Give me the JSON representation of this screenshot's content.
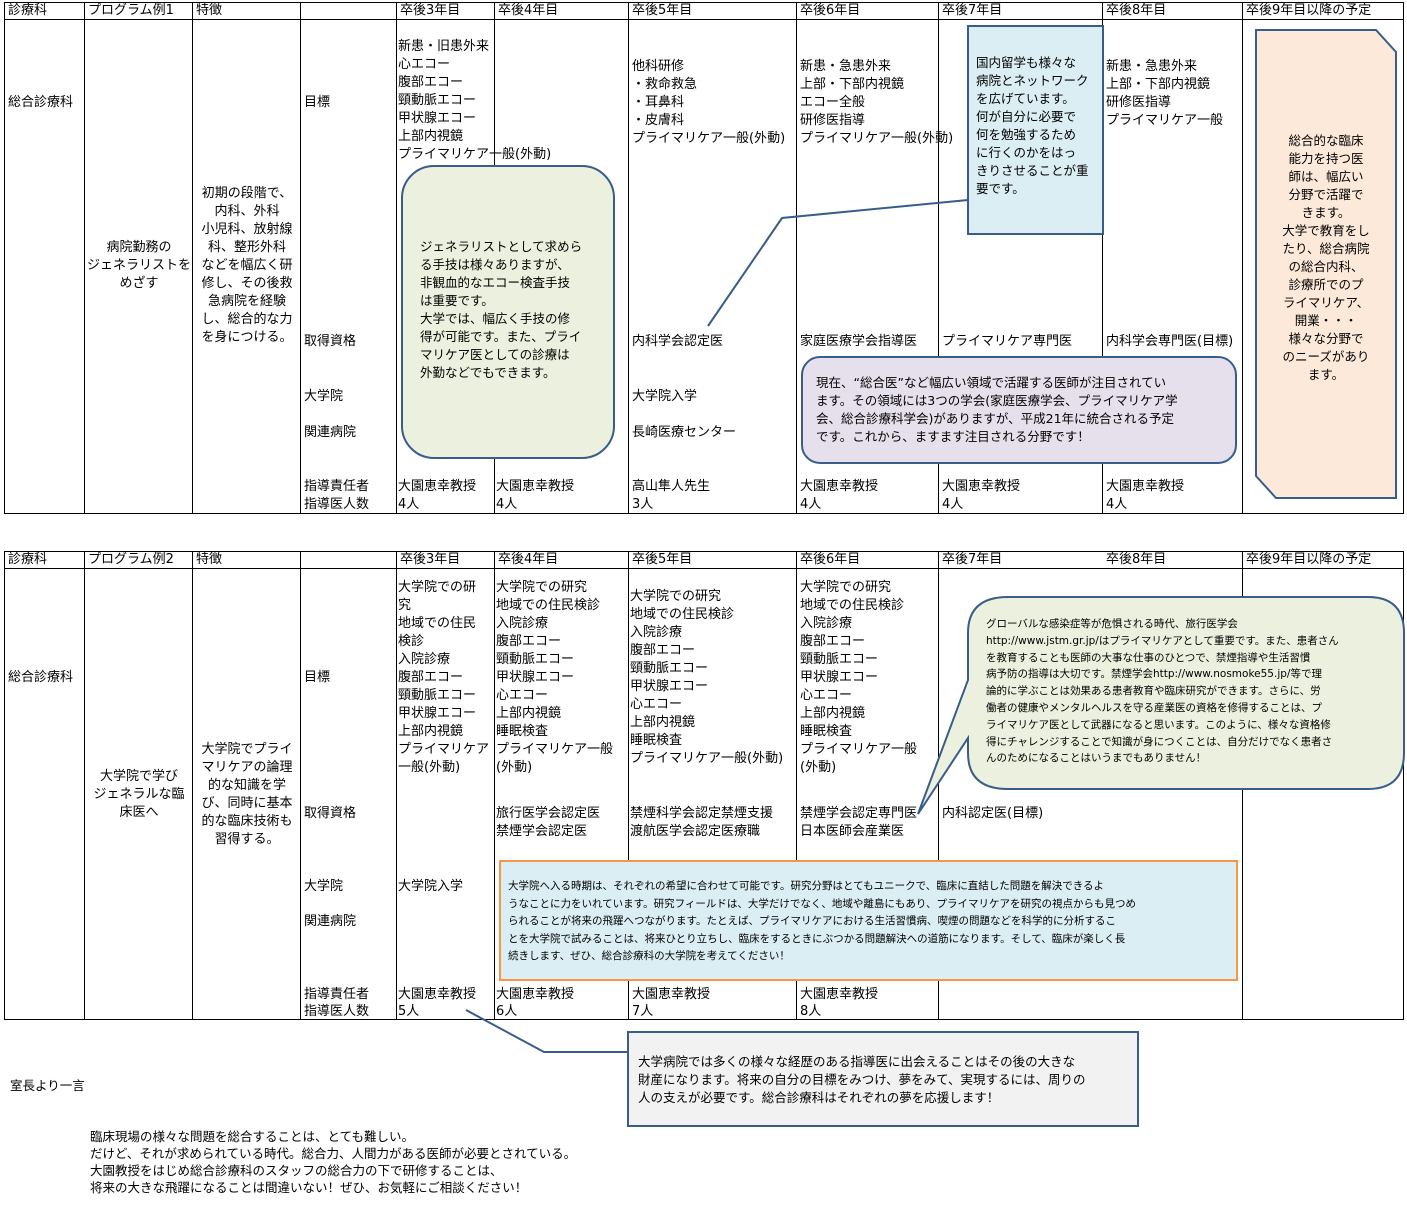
{
  "headers": {
    "col1": "診療科",
    "col2a": "プログラム例1",
    "col2b": "プログラム例2",
    "col3": "特徴",
    "years": [
      "卒後3年目",
      "卒後4年目",
      "卒後5年目",
      "卒後6年目",
      "卒後7年目",
      "卒後8年目",
      "卒後9年目以降の予定"
    ]
  },
  "row_labels": {
    "goal": "目標",
    "qual": "取得資格",
    "grad": "大学院",
    "hosp": "関連病院",
    "mentor": "指導責任者",
    "count": "指導医人数"
  },
  "p1": {
    "dept": "総合診療科",
    "program": "病院勤務の\nジェネラリストを\nめざす",
    "feature": "初期の段階で、\n内科、外科\n小児科、放射線\n科、整形外科\nなどを幅広く研\n修し、その後救\n急病院を経験\nし、総合的な力\nを身につける。",
    "goals": {
      "y3": "新患・旧患外来\n心エコー\n腹部エコー\n頸動脈エコー\n甲状腺エコー\n上部内視鏡\nプライマリケア一般(外動)",
      "y5": "他科研修\n・救命救急\n・耳鼻科\n・皮膚科\nプライマリケア一般(外動)",
      "y6": "新患・急患外来\n上部・下部内視鏡\nエコー全般\n研修医指導\nプライマリケア一般(外動)",
      "y8": "新患・急患外来\n上部・下部内視鏡\n研修医指導\nプライマリケア一般"
    },
    "qual": {
      "y5": "内科学会認定医",
      "y6": "家庭医療学会指導医",
      "y7": "プライマリケア専門医",
      "y8": "内科学会専門医(目標)"
    },
    "grad": {
      "y5": "大学院入学"
    },
    "hosp": {
      "y5": "長崎医療センター"
    },
    "mentor": [
      "大園恵幸教授",
      "大園恵幸教授",
      "高山隼人先生",
      "大園恵幸教授",
      "大園恵幸教授",
      "大園恵幸教授"
    ],
    "count": [
      "4人",
      "4人",
      "3人",
      "4人",
      "4人",
      "4人"
    ],
    "callouts": {
      "generalist": "ジェネラリストとして求めら\nる手技は様々ありますが、\n非観血的なエコー検査手技\nは重要です。\n大学では、幅広く手技の修\n得が可能です。また、プライ\nマリケア医としての診療は\n外勤などでもできます。",
      "domestic": "国内留学も様々な\n病院とネットワーク\nを広げています。\n何が自分に必要で\n何を勉強するため\nに行くのかをはっ\nきりさせることが重\n要です。",
      "attention": "現在、“総合医”など幅広い領域で活躍する医師が注目されてい\nます。その領域には3つの学会(家庭医療学会、プライマリケア学\n会、総合診療科学会)がありますが、平成21年に統合される予定\nです。これから、ますます注目される分野です！",
      "future": "総合的な臨床\n能力を持つ医\n師は、幅広い\n分野で活躍で\nきます。\n大学で教育をし\nたり、総合病院\nの総合内科、\n診療所でのプ\nライマリケア、\n開業・・・\n様々な分野で\nのニーズがあり\nます。"
    }
  },
  "p2": {
    "dept": "総合診療科",
    "program": "大学院で学び\nジェネラルな臨\n床医へ",
    "feature": "大学院でプライ\nマリケアの論理\n的な知識を学\nび、同時に基本\n的な臨床技術も\n習得する。",
    "goals": {
      "y3": "大学院での研\n究\n地域での住民\n検診\n入院診療\n腹部エコー\n頸動脈エコー\n甲状腺エコー\n上部内視鏡\nプライマリケア\n一般(外動)",
      "y4": "大学院での研究\n地域での住民検診\n入院診療\n腹部エコー\n頸動脈エコー\n甲状腺エコー\n心エコー\n上部内視鏡\n睡眠検査\nプライマリケア一般\n(外動)",
      "y5": "大学院での研究\n地域での住民検診\n入院診療\n腹部エコー\n頸動脈エコー\n甲状腺エコー\n心エコー\n上部内視鏡\n睡眠検査\nプライマリケア一般(外動)",
      "y6": "大学院での研究\n地域での住民検診\n入院診療\n腹部エコー\n頸動脈エコー\n甲状腺エコー\n心エコー\n上部内視鏡\n睡眠検査\nプライマリケア一般\n(外動)"
    },
    "qual": {
      "y4": "旅行医学会認定医\n禁煙学会認定医",
      "y5": "禁煙科学会認定禁煙支援\n渡航医学会認定医療職",
      "y6": "禁煙学会認定専門医\n日本医師会産業医",
      "y7": "内科認定医(目標)"
    },
    "grad": {
      "y3": "大学院入学"
    },
    "mentor": [
      "大園恵幸教授",
      "大園恵幸教授",
      "大園恵幸教授",
      "大園恵幸教授"
    ],
    "count": [
      "5人",
      "6人",
      "7人",
      "8人"
    ],
    "callouts": {
      "global": "グローバルな感染症等が危惧される時代、旅行医学会\nhttp://www.jstm.gr.jp/はプライマリケアとして重要です。また、患者さん\nを教育することも医師の大事な仕事のひとつで、禁煙指導や生活習慣\n病予防の指導は大切です。禁煙学会http://www.nosmoke55.jp/等で理\n論的に学ぶことは効果ある患者教育や臨床研究ができます。さらに、労\n働者の健康やメンタルヘルスを守る産業医の資格を修得することは、プ\nライマリケア医として武器になると思います。このように、様々な資格修\n得にチャレンジすることで知識が身につくことは、自分だけでなく患者さ\nんのためになることはいうまでもありません！",
      "graduate": "大学院へ入る時期は、それぞれの希望に合わせて可能です。研究分野はとてもユニークで、臨床に直結した問題を解決できるよ\nうなことに力をいれています。研究フィールドは、大学だけでなく、地域や離島にもあり、プライマリケアを研究の視点からも見つめ\nられることが将来の飛躍へつながります。たとえば、プライマリケアにおける生活習慣病、喫煙の問題などを科学的に分析するこ\nとを大学院で試みることは、将来ひとり立ちし、臨床をするときにぶつかる問題解決への道筋になります。そして、臨床が楽しく長\n続きします、ぜひ、総合診療科の大学院を考えてください！",
      "mentors": "大学病院では多くの様々な経歴のある指導医に出会えることはその後の大きな\n財産になります。将来の自分の目標をみつけ、夢をみて、実現するには、周りの\n人の支えが必要です。総合診療科はそれぞれの夢を応援します！"
    }
  },
  "footer": {
    "title": "室長より一言",
    "body": "臨床現場の様々な問題を総合することは、とても難しい。\nだけど、それが求められている時代。総合力、人間力がある医師が必要とされている。\n大園教授をはじめ総合診療科のスタッフの総合力の下で研修することは、\n将来の大きな飛躍になることは間違いない！ぜひ、お気軽にご相談ください！"
  },
  "colors": {
    "green": "#ebf1de",
    "blue": "#dbeef4",
    "lavender": "#e5e0ec",
    "peach": "#fde9d9",
    "border": "#385d8a",
    "orange": "#f79646"
  }
}
